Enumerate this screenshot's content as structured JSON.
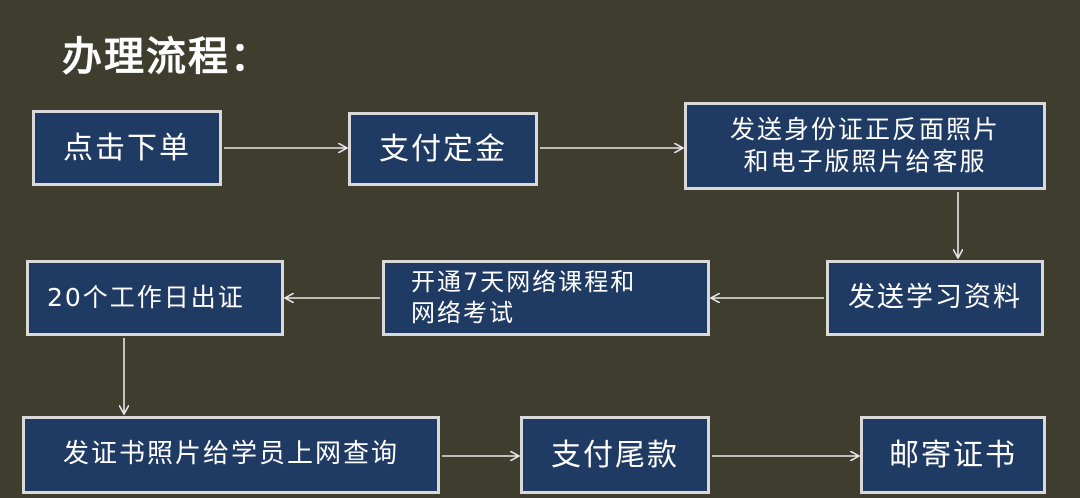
{
  "title": "办理流程：",
  "steps": {
    "s1": "点击下单",
    "s2": "支付定金",
    "s3_line1": "发送身份证正反面照片",
    "s3_line2": "和电子版照片给客服",
    "s4": "发送学习资料",
    "s5_line1": "开通7天网络课程和",
    "s5_line2": "网络考试",
    "s6": "20个工作日出证",
    "s7": "发证书照片给学员上网查询",
    "s8": "支付尾款",
    "s9": "邮寄证书"
  },
  "colors": {
    "background": "#3f3d2e",
    "box_fill": "#1f3a63",
    "box_border": "#d9d9d9",
    "text": "#ffffff"
  }
}
